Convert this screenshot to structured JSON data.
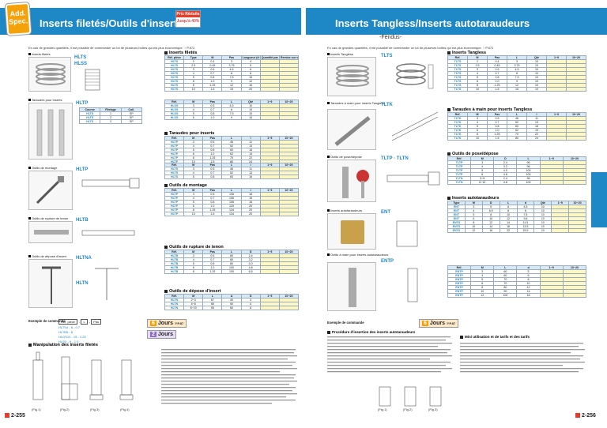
{
  "left": {
    "logo": "Add.\nSpec.",
    "title": "Inserts filetés/Outils d'insertion",
    "promo": {
      "line1": "Prix Réduits",
      "line2": "Jusqu'à 40%"
    },
    "note": "En cas de grandes quantités, il est possible de commander un lot de plusieurs boîtes qui est plus économique. ☞P.872",
    "products": [
      {
        "label": "Inserts filetés",
        "code": "HLTS",
        "code2": "HLSS"
      },
      {
        "label": "Taraudes pour inserts",
        "code": "HLTP"
      },
      {
        "label": "Outils de montage",
        "code": "HLTP"
      },
      {
        "label": "Outils de rupture de tenon",
        "code": "HLTB"
      },
      {
        "label": "Outils de dépose d'insert",
        "code": "HLTNA",
        "code2": "HLTN"
      }
    ],
    "sections": {
      "inserts": "Inserts filetés",
      "taraudes": "Taraudes pour inserts",
      "montage": "Outils de montage",
      "rupture": "Outils de rupture de tenon",
      "depose": "Outils de dépose d'insert"
    },
    "table_headers": [
      "Réf. pièce",
      "Type",
      "M",
      "Pas",
      "Longueur (d·D)",
      "Quantité par unité",
      "Remise sur volume",
      "Qté 1~9",
      "10~20"
    ],
    "example_label": "Exemple de commande",
    "example_boxes": [
      "Réf. pièce",
      "-",
      "L",
      "-",
      "Pas"
    ],
    "example_rows": [
      "HLTS4 - 8 - 0.7",
      "HLTB5 - 8",
      "HLOS10 - 15 - 1.25",
      "HLSX - 9 - 1.0"
    ],
    "days": [
      {
        "n": "6",
        "label": "Jours",
        "ref": "☞P.87"
      },
      {
        "n": "2",
        "label": "Jours"
      }
    ],
    "manip_title": "Manipulation des inserts filetés",
    "fig_labels": [
      "(Fig.1)",
      "(Fig.2)",
      "(Fig.3)",
      "(Fig.4)"
    ],
    "page": "2-255"
  },
  "right": {
    "title": "Inserts Tangless/Inserts autotaraudeurs",
    "subtitle": "-Fendus-",
    "note": "En cas de grandes quantités, il est possible de commander un lot de plusieurs boîtes qui est plus économique. ☞P.872",
    "products": [
      {
        "label": "Inserts Tangless",
        "code": "TLTS"
      },
      {
        "label": "Taraudes à main pour inserts Tangless",
        "code": "TLTK"
      },
      {
        "label": "Outils de pose/dépose",
        "code": "TLTP · TLTN"
      },
      {
        "label": "Inserts autotaraudeurs",
        "code": "ENT"
      },
      {
        "label": "Outils à main pour inserts autotaraudeurs",
        "code": "ENTP"
      }
    ],
    "sections": {
      "tangless": "Inserts Tangless",
      "taraudes": "Taraudes à main pour inserts Tangless",
      "pose": "Outils de pose/dépose",
      "auto": "Inserts autotaraudeurs"
    },
    "col_codes": [
      "TLTS",
      "TLTK",
      "TLTP",
      "TLTN",
      "ENT",
      "ENTS",
      "ENTP"
    ],
    "example_label": "Exemple de commande",
    "days": {
      "n": "6",
      "label": "Jours",
      "ref": "☞P.87"
    },
    "usage_title": "Mini utilisation et de tarifs et des tarifs",
    "proc_title": "Procédure d'insertion des inserts autotaraudeurs",
    "fig_labels": [
      "(Fig.1)",
      "(Fig.2)",
      "(Fig.3)"
    ],
    "page": "2-256"
  }
}
